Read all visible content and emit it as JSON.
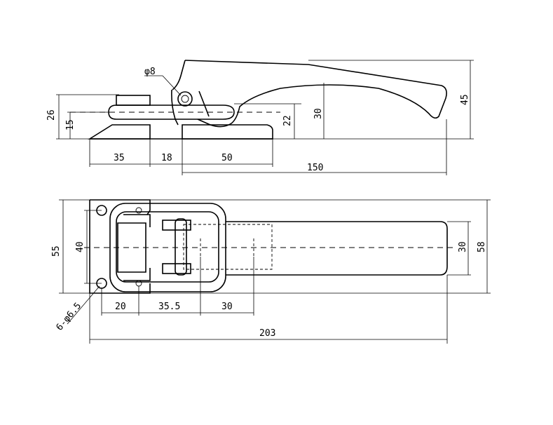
{
  "dimensions": {
    "top_view": {
      "hole_diameter": "φ8",
      "height_26": "26",
      "height_15": "15",
      "height_22": "22",
      "height_30": "30",
      "height_45": "45",
      "width_35": "35",
      "width_18": "18",
      "width_50": "50",
      "width_150": "150"
    },
    "plan_view": {
      "height_55": "55",
      "height_40": "40",
      "height_30": "30",
      "height_58": "58",
      "width_20": "20",
      "width_35_5": "35.5",
      "width_30": "30",
      "overall_203": "203",
      "holes_label": "6-φ6.5"
    }
  }
}
